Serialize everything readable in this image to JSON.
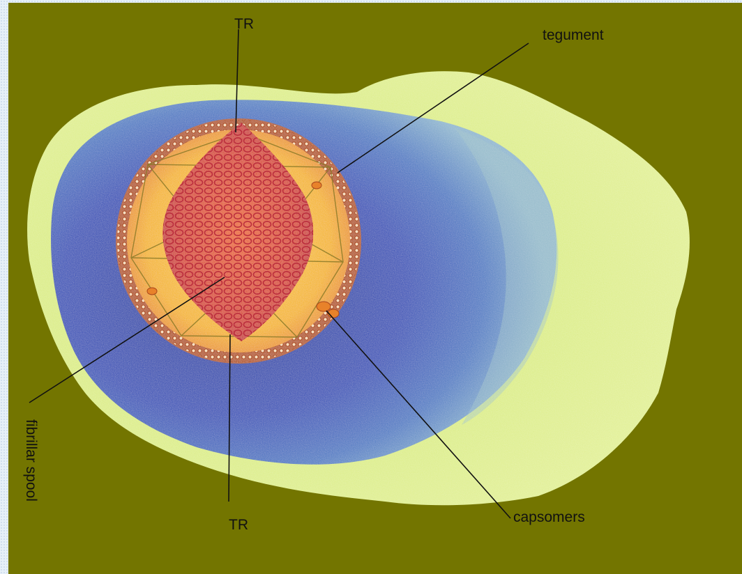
{
  "diagram": {
    "labels": {
      "tr_top": "TR",
      "tr_bottom": "TR",
      "tegument": "tegument",
      "capsomers": "capsomers",
      "fibrillar_spool": "fibrillar spool"
    },
    "colors": {
      "background": "#737500",
      "envelope": "#d9ec7e",
      "tegument": "#2f45b0",
      "capsid": "#f6b91c",
      "capsid_rim": "#b5571f",
      "spool": "#d6432c",
      "leader_line": "#111111"
    }
  }
}
